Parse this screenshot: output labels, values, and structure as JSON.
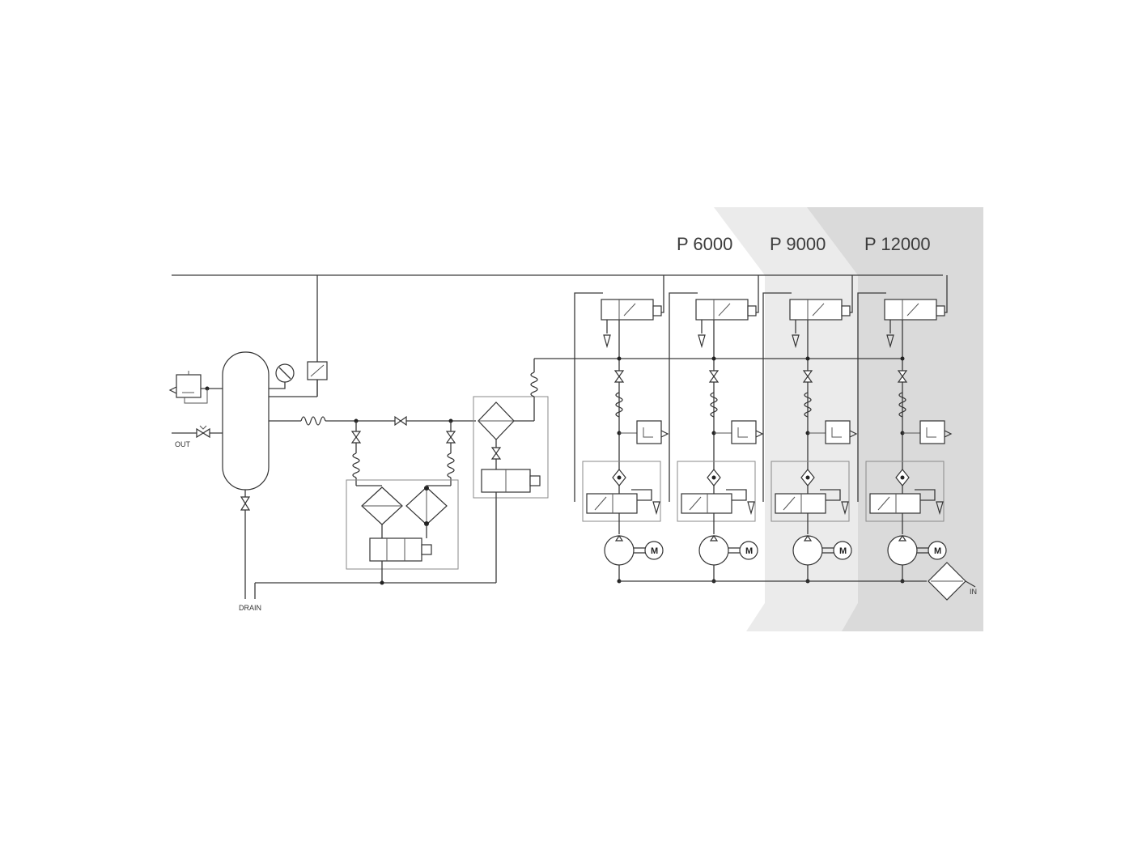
{
  "tiers": [
    {
      "label": "P 6000",
      "fill": "#ebebeb"
    },
    {
      "label": "P 9000",
      "fill": "#dadada"
    },
    {
      "label": "P 12000",
      "fill": "#c6c6c6"
    }
  ],
  "ports": {
    "out": "OUT",
    "drain": "DRAIN",
    "in": "IN"
  },
  "motor_symbol": "M",
  "units": [
    {
      "name": "unit-1"
    },
    {
      "name": "unit-2"
    },
    {
      "name": "unit-3"
    },
    {
      "name": "unit-4"
    }
  ]
}
